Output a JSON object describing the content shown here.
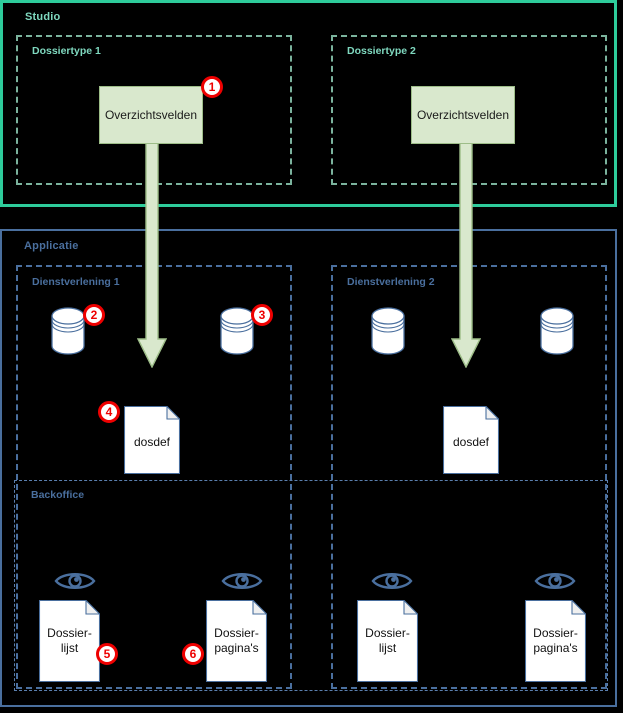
{
  "diagram": {
    "type": "layered-architecture-diagram",
    "colors": {
      "background": "#000000",
      "studio_border": "#2ecc9b",
      "studio_title": "#7fd8bf",
      "applicatie_border": "#4a6f9e",
      "applicatie_title": "#4a6f9e",
      "lane_dashed_green": "#7bb39d",
      "lane_dashed_blue": "#4a6f9e",
      "box_fill_green": "#d9e8cd",
      "arrow_fill": "#d9e8cd",
      "arrow_stroke": "#9dbd88",
      "badge_red": "#ee0000",
      "shape_stroke": "#4a6f9e",
      "shape_fill": "#ffffff"
    },
    "groups": {
      "studio": {
        "title": "Studio",
        "lanes": [
          {
            "title": "Dossiertype 1",
            "box_label": "Overzichtsvelden"
          },
          {
            "title": "Dossiertype 2",
            "box_label": "Overzichtsvelden"
          }
        ]
      },
      "applicatie": {
        "title": "Applicatie",
        "lanes": [
          {
            "title": "Dienstverlening 1",
            "doc_label": "dosdef"
          },
          {
            "title": "Dienstverlening 2",
            "doc_label": "dosdef"
          }
        ],
        "backoffice": {
          "title": "Backoffice",
          "documents": [
            {
              "label_line1": "Dossier-",
              "label_line2": "lijst"
            },
            {
              "label_line1": "Dossier-",
              "label_line2": "pagina's"
            },
            {
              "label_line1": "Dossier-",
              "label_line2": "lijst"
            },
            {
              "label_line1": "Dossier-",
              "label_line2": "pagina's"
            }
          ]
        }
      }
    },
    "badges": [
      {
        "number": "1",
        "anchor": "overzichtsvelden-box-1"
      },
      {
        "number": "2",
        "anchor": "database-cylinder-1"
      },
      {
        "number": "3",
        "anchor": "database-cylinder-2"
      },
      {
        "number": "4",
        "anchor": "dosdef-document-1"
      },
      {
        "number": "5",
        "anchor": "dossierlijst-document-1"
      },
      {
        "number": "6",
        "anchor": "dossierpaginas-document-1"
      }
    ],
    "icons": {
      "database": "database-cylinder-icon",
      "document": "document-page-icon",
      "eye": "eye-view-icon",
      "arrow": "down-arrow-icon"
    }
  }
}
